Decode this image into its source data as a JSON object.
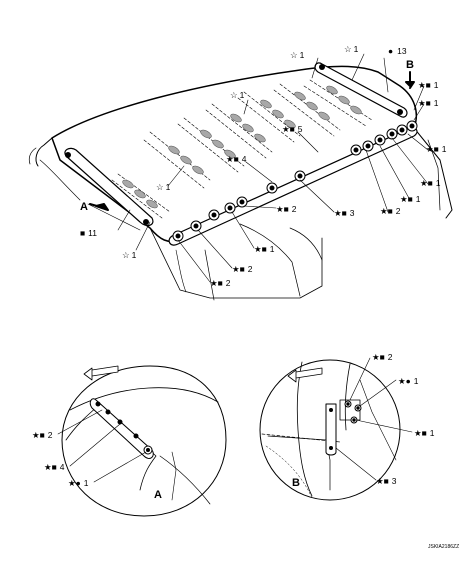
{
  "main_view": {
    "callouts": [
      {
        "id": "c1",
        "prefix": "☆",
        "num": "1"
      },
      {
        "id": "c2",
        "prefix": "☆",
        "num": "1"
      },
      {
        "id": "c3",
        "prefix": "●",
        "num": "13"
      },
      {
        "id": "c4",
        "prefix": "☆",
        "num": "1"
      },
      {
        "id": "c5",
        "prefix": "★■",
        "num": "1"
      },
      {
        "id": "c6",
        "prefix": "★■",
        "num": "1"
      },
      {
        "id": "c7",
        "prefix": "★■",
        "num": "5"
      },
      {
        "id": "c8",
        "prefix": "★■",
        "num": "1"
      },
      {
        "id": "c9",
        "prefix": "★■",
        "num": "4"
      },
      {
        "id": "c10",
        "prefix": "☆",
        "num": "1"
      },
      {
        "id": "c11",
        "prefix": "★■",
        "num": "1"
      },
      {
        "id": "c12",
        "prefix": "★■",
        "num": "1"
      },
      {
        "id": "c13",
        "prefix": "★■",
        "num": "2"
      },
      {
        "id": "c14",
        "prefix": "★■",
        "num": "3"
      },
      {
        "id": "c15",
        "prefix": "★■",
        "num": "2"
      },
      {
        "id": "c16",
        "prefix": "■",
        "num": "11"
      },
      {
        "id": "c17",
        "prefix": "☆",
        "num": "1"
      },
      {
        "id": "c18",
        "prefix": "★■",
        "num": "1"
      },
      {
        "id": "c19",
        "prefix": "★■",
        "num": "2"
      },
      {
        "id": "c20",
        "prefix": "★■",
        "num": "2"
      }
    ],
    "view_a_marker": "A",
    "view_b_marker": "B"
  },
  "detail_a": {
    "callouts": [
      {
        "id": "a1",
        "prefix": "★■",
        "num": "2"
      },
      {
        "id": "a2",
        "prefix": "★■",
        "num": "4"
      },
      {
        "id": "a3",
        "prefix": "★●",
        "num": "1"
      }
    ],
    "caption": "A"
  },
  "detail_b": {
    "callouts": [
      {
        "id": "b1",
        "prefix": "★■",
        "num": "2"
      },
      {
        "id": "b2",
        "prefix": "★●",
        "num": "1"
      },
      {
        "id": "b3",
        "prefix": "★■",
        "num": "1"
      },
      {
        "id": "b4",
        "prefix": "★■",
        "num": "3"
      }
    ],
    "caption": "B"
  },
  "figure_code": "JSKIA2186ZZ"
}
